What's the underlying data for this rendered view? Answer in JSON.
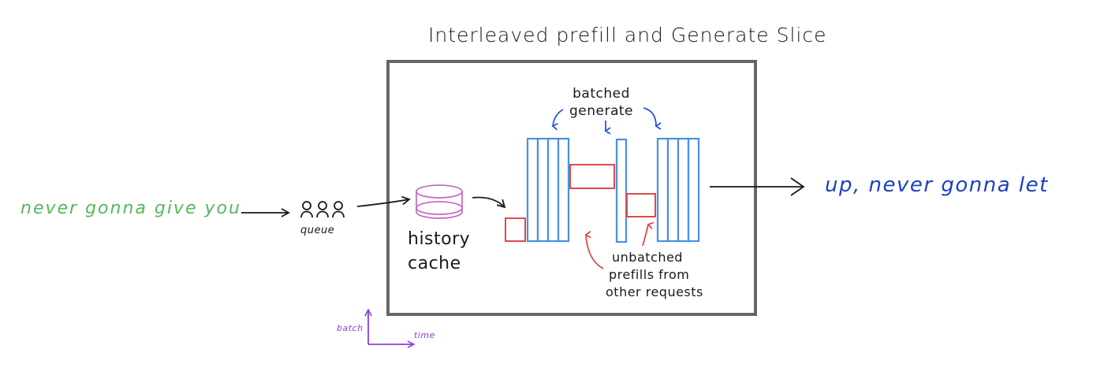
{
  "diagram": {
    "title": "Interleaved prefill and Generate Slice",
    "input": {
      "text": "never gonna give you",
      "color": "#55b85e"
    },
    "queue": {
      "label": "queue",
      "icon": "people-queue-icon",
      "person_count": 3
    },
    "cache": {
      "label_line1": "history",
      "label_line2": "cache",
      "icon": "database-cylinder-icon",
      "color": "#c46fbf"
    },
    "batched_generate": {
      "label_line1": "batched",
      "label_line2": "generate",
      "color": "#4a8fe8",
      "groups": [
        {
          "name": "left-batch",
          "bar_count": 4
        },
        {
          "name": "middle-batch",
          "bar_count": 1
        },
        {
          "name": "right-batch",
          "bar_count": 4
        }
      ]
    },
    "unbatched_prefills": {
      "label_line1": "unbatched",
      "label_line2": "prefills from",
      "label_line3": "other requests",
      "color": "#e04848",
      "block_count": 3
    },
    "output": {
      "text": "up, never gonna let",
      "color": "#1d3fc4"
    },
    "axes": {
      "vertical_label": "batch",
      "horizontal_label": "time",
      "color": "#8b3fe0"
    },
    "frame_color": "#666666"
  }
}
